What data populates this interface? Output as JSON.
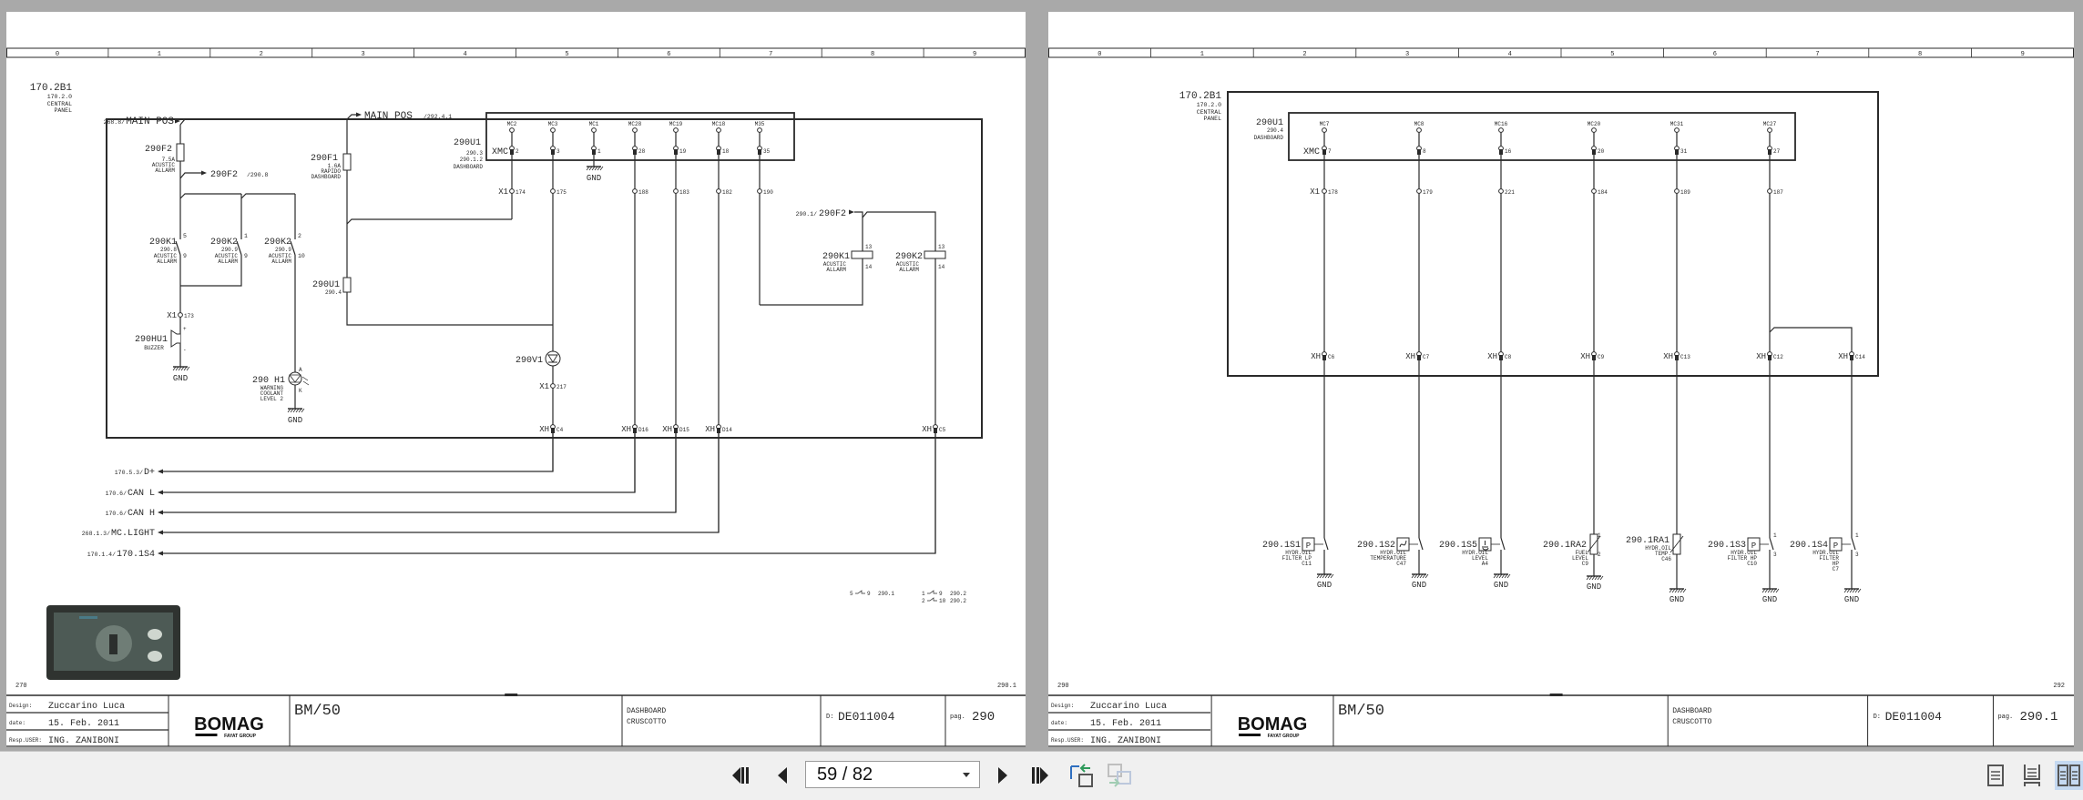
{
  "grid_columns": [
    "0",
    "1",
    "2",
    "3",
    "4",
    "5",
    "6",
    "7",
    "8",
    "9"
  ],
  "pages": [
    {
      "corners": {
        "left": "270",
        "right": "290.1"
      },
      "panel": {
        "id": "170.2B1",
        "ref": "170.2.0",
        "desc": [
          "CENTRAL",
          "PANEL"
        ]
      },
      "main_pos_in": {
        "ref": "268.8/",
        "label": "MAIN POS"
      },
      "main_pos_out": {
        "label": "MAIN POS",
        "ref": "/292.4.1"
      },
      "fuse_f2": {
        "id": "290F2",
        "rating": "7.5A",
        "desc": [
          "ACUSTIC",
          "ALLARM"
        ]
      },
      "f2_out": {
        "label": "290F2",
        "ref": "/290.8"
      },
      "fuse_f1": {
        "id": "290F1",
        "rating": "1.6A",
        "desc": [
          "RAPIDO",
          "DASHBOARD"
        ]
      },
      "contacts": [
        {
          "id": "290K1",
          "ref": "290.8",
          "desc": [
            "ACUSTIC",
            "ALLARM"
          ],
          "pin_top": "5",
          "pin_bottom": "9"
        },
        {
          "id": "290K2",
          "ref": "290.9",
          "desc": [
            "ACUSTIC",
            "ALLARM"
          ],
          "pin_top": "1",
          "pin_bottom": "9"
        },
        {
          "id": "290K2",
          "ref": "290.9",
          "desc": [
            "ACUSTIC",
            "ALLARM"
          ],
          "pin_top": "2",
          "pin_bottom": "10"
        }
      ],
      "u1_small": {
        "id": "290U1",
        "ref": "290.4"
      },
      "x1_173": {
        "label": "X1",
        "pin": "173"
      },
      "buzzer": {
        "id": "290HU1",
        "desc": "BUZZER",
        "plus": "+",
        "minus": "-",
        "gnd": "GND"
      },
      "lamp_h1": {
        "id": "290 H1",
        "desc": [
          "WARNING",
          "COOLANT",
          "LEVEL 2"
        ],
        "anode": "A",
        "cathode": "K",
        "gnd": "GND"
      },
      "diode_v1": {
        "id": "290V1",
        "x1_label": "X1",
        "x1_pin": "217"
      },
      "dashboard": {
        "id": "290U1",
        "refs": [
          "290.3",
          "290.1.2"
        ],
        "desc": "DASHBOARD",
        "connector": "XMC",
        "x1_label": "X1",
        "gnd": "GND",
        "columns": [
          {
            "mc": "MC2",
            "pin": "2",
            "x1": "174"
          },
          {
            "mc": "MC3",
            "pin": "3",
            "x1": "175"
          },
          {
            "mc": "MC1",
            "pin": "1"
          },
          {
            "mc": "MC28",
            "pin": "28",
            "x1": "188"
          },
          {
            "mc": "MC19",
            "pin": "19",
            "x1": "183"
          },
          {
            "mc": "MC18",
            "pin": "18",
            "x1": "182"
          },
          {
            "mc": "M35",
            "pin": "35",
            "x1": "190"
          }
        ]
      },
      "relay_feed": {
        "ref": "290.1/",
        "label": "290F2"
      },
      "coils": [
        {
          "id": "290K1",
          "desc": [
            "ACUSTIC",
            "ALLARM"
          ],
          "pin_top": "13",
          "pin_bottom": "14"
        },
        {
          "id": "290K2",
          "desc": [
            "ACUSTIC",
            "ALLARM"
          ],
          "pin_top": "13",
          "pin_bottom": "14"
        }
      ],
      "xh_label": "XH",
      "xh_pins": [
        "C4",
        "D16",
        "D15",
        "D14",
        "C5"
      ],
      "outputs": [
        {
          "ref": "170.5.3/",
          "label": "D+"
        },
        {
          "ref": "170.6/",
          "label": "CAN L"
        },
        {
          "ref": "170.6/",
          "label": "CAN H"
        },
        {
          "ref": "268.1.3/",
          "label": "MC.LIGHT"
        },
        {
          "ref": "170.1.4/",
          "label": "170.1S4"
        }
      ],
      "legend": [
        {
          "from": "5",
          "to": "9",
          "ref": "290.1"
        },
        {
          "from": "1",
          "to": "9",
          "ref": "290.2"
        },
        {
          "from": "2",
          "to": "10",
          "ref": "290.2"
        }
      ],
      "title_block": {
        "design_label": "Design:",
        "designer": "Zuccarino Luca",
        "date_label": "date:",
        "date": "15. Feb. 2011",
        "resp_label": "Resp.USER:",
        "resp": "ING. ZANIBONI",
        "logo": "BOMAG",
        "logo_sub": "FAYAT GROUP",
        "model": "BM/50",
        "desc": [
          "DASHBOARD",
          "CRUSCOTTO"
        ],
        "doc_label": "D:",
        "doc": "DE011004",
        "page_label": "pag.",
        "page": "290"
      }
    },
    {
      "corners": {
        "left": "290",
        "right": "292"
      },
      "panel": {
        "id": "170.2B1",
        "ref": "170.2.0",
        "desc": [
          "CENTRAL",
          "PANEL"
        ]
      },
      "dashboard": {
        "id": "290U1",
        "refs": [
          "290.4"
        ],
        "desc": "DASHBOARD",
        "connector": "XMC",
        "x1_label": "X1",
        "columns": [
          {
            "mc": "MC7",
            "pin": "7",
            "x1": "178",
            "xh": "C6"
          },
          {
            "mc": "MC8",
            "pin": "8",
            "x1": "179",
            "xh": "C7"
          },
          {
            "mc": "MC16",
            "pin": "16",
            "x1": "221",
            "xh": "C8"
          },
          {
            "mc": "MC20",
            "pin": "20",
            "x1": "184",
            "xh": "C9"
          },
          {
            "mc": "MC31",
            "pin": "31",
            "x1": "189",
            "xh": "C13"
          },
          {
            "mc": "MC27",
            "pin": "27",
            "x1": "187",
            "xh": "C12"
          }
        ]
      },
      "xh_label": "XH",
      "xh_extra": "C14",
      "sensors": [
        {
          "id": "290.1S1",
          "symbol": "pressure",
          "symbol_text": "P",
          "desc": [
            "HYDR.OIL",
            "FILTER LP",
            "C11"
          ],
          "gnd": "GND"
        },
        {
          "id": "290.1S2",
          "symbol": "temperature",
          "desc": [
            "HYDR.OIL",
            "TEMPERATURE",
            "C47"
          ],
          "gnd": "GND"
        },
        {
          "id": "290.1S5",
          "symbol": "level",
          "desc": [
            "HYDR.OIL",
            "LEVEL",
            "A4"
          ],
          "gnd": "GND"
        },
        {
          "id": "290.1RA2",
          "symbol": "resistor",
          "desc": [
            "FUEL",
            "LEVEL",
            "C9"
          ],
          "pins": [
            "1",
            "2"
          ],
          "gnd": "GND"
        },
        {
          "id": "290.1RA1",
          "symbol": "resistor",
          "desc": [
            "HYDR.OIL",
            "TEMP.",
            "C46"
          ],
          "gnd": "GND"
        },
        {
          "id": "290.1S3",
          "symbol": "pressure",
          "symbol_text": "P",
          "desc": [
            "HYDR.OIL",
            "FILTER HP",
            "C10"
          ],
          "pins": [
            "1",
            "3"
          ],
          "gnd": "GND"
        },
        {
          "id": "290.1S4",
          "symbol": "pressure",
          "symbol_text": "P",
          "desc": [
            "HYDR.OIL",
            "FILTER",
            "HP",
            "C7"
          ],
          "pins": [
            "1",
            "3"
          ],
          "gnd": "GND"
        }
      ],
      "title_block": {
        "design_label": "Design:",
        "designer": "Zuccarino Luca",
        "date_label": "date:",
        "date": "15. Feb. 2011",
        "resp_label": "Resp.USER:",
        "resp": "ING. ZANIBONI",
        "logo": "BOMAG",
        "logo_sub": "FAYAT GROUP",
        "model": "BM/50",
        "desc": [
          "DASHBOARD",
          "CRUSCOTTO"
        ],
        "doc_label": "D:",
        "doc": "DE011004",
        "page_label": "pag.",
        "page": "290.1"
      }
    }
  ],
  "viewer": {
    "page_indicator": "59 / 82",
    "accent": "#c5d9f1",
    "nav_icons": [
      "first-page-icon",
      "previous-page-icon",
      "next-page-icon",
      "last-page-icon",
      "go-back-view-icon",
      "go-forward-view-icon"
    ],
    "layout_icons": [
      "single-page-icon",
      "continuous-page-icon",
      "two-page-icon"
    ],
    "active_layout": "two-page"
  }
}
